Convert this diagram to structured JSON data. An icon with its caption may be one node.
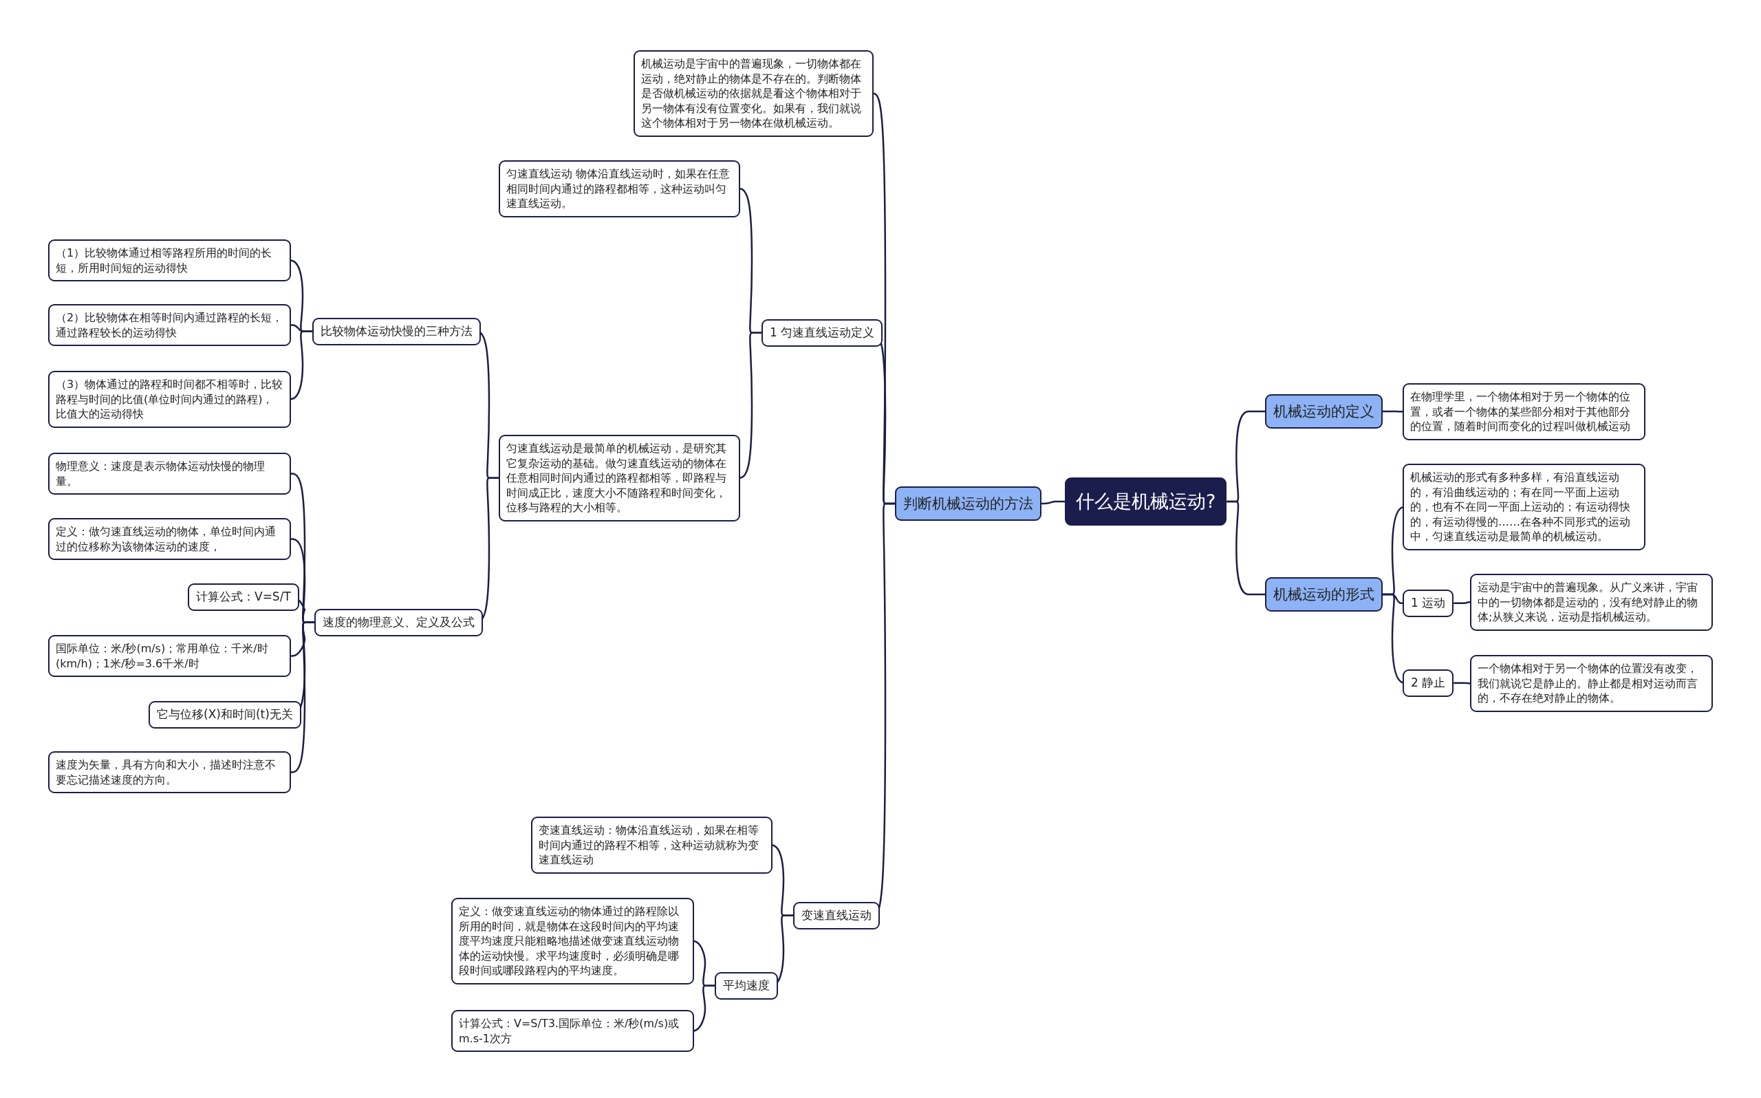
{
  "diagram": {
    "nodes": [
      {
        "text": [
          "什么是机械运动?"
        ]
      },
      {
        "text": [
          "判断机械运动的方法"
        ]
      },
      {
        "text": [
          "机械运动是宇宙中的普遍现象，一切物体都在运动，绝对静止的物体是不存在的。判断物体是否做机械运动的依据就是看这个物体相对于另一物体有没有位置变化。如果有，我们就说这个物体相对于另一物体在做机械运动。"
        ]
      },
      {
        "text": [
          "1 匀速直线运动定义"
        ]
      },
      {
        "text": [
          "匀速直线运动 物体沿直线运动时，如果在任意相同时间内通过的路程都相等，这种运动叫匀速直线运动。"
        ]
      },
      {
        "text": [
          "匀速直线运动是最简单的机械运动，是研究其它复杂运动的基础。做匀速直线运动的物体在任意相同时间内通过的路程都相等，即路程与时间成正比，速度大小不随路程和时间变化，位移与路程的大小相等。"
        ]
      },
      {
        "text": [
          "比较物体运动快慢的三种方法"
        ]
      },
      {
        "text": [
          "（1）比较物体通过相等路程所用的时间的长短，所用时间短的运动得快"
        ]
      },
      {
        "text": [
          "（2）比较物体在相等时间内通过路程的长短，通过路程较长的运动得快"
        ]
      },
      {
        "text": [
          "（3）物体通过的路程和时间都不相等时，比较路程与时间的比值(单位时间内通过的路程)，比值大的运动得快"
        ]
      },
      {
        "text": [
          "速度的物理意义、定义及公式"
        ]
      },
      {
        "text": [
          "物理意义：速度是表示物体运动快慢的物理量。"
        ]
      },
      {
        "text": [
          "定义：做匀速直线运动的物体，单位时间内通过的位移称为该物体运动的速度，"
        ]
      },
      {
        "text": [
          "计算公式：V=S/T"
        ]
      },
      {
        "text": [
          "国际单位：米/秒(m/s)；常用单位：千米/时(km/h)；1米/秒=3.6千米/时"
        ]
      },
      {
        "text": [
          "它与位移(X)和时间(t)无关"
        ]
      },
      {
        "text": [
          "速度为矢量，具有方向和大小，描述时注意不要忘记描述速度的方向。"
        ]
      },
      {
        "text": [
          "变速直线运动"
        ]
      },
      {
        "text": [
          "变速直线运动：物体沿直线运动，如果在相等时间内通过的路程不相等，这种运动就称为变速直线运动"
        ]
      },
      {
        "text": [
          "平均速度"
        ]
      },
      {
        "text": [
          "定义：做变速直线运动的物体通过的路程除以所用的时间，就是物体在这段时间内的平均速度平均速度只能粗略地描述做变速直线运动物体的运动快慢。求平均速度时，必须明确是哪段时间或哪段路程内的平均速度。"
        ]
      },
      {
        "text": [
          "计算公式：V=S/T3.国际单位：米/秒(m/s)或m.s-1次方"
        ]
      },
      {
        "text": [
          "机械运动的定义"
        ]
      },
      {
        "text": [
          "在物理学里，一个物体相对于另一个物体的位置，或者一个物体的某些部分相对于其他部分的位置，随着时间而变化的过程叫做机械运动"
        ]
      },
      {
        "text": [
          "机械运动的形式"
        ]
      },
      {
        "text": [
          "机械运动的形式有多种多样，有沿直线运动的，有沿曲线运动的；有在同一平面上运动的，也有不在同一平面上运动的；有运动得快的，有运动得慢的……在各种不同形式的运动中，匀速直线运动是最简单的机械运动。"
        ]
      },
      {
        "text": [
          "1 运动"
        ]
      },
      {
        "text": [
          "运动是宇宙中的普遍现象。从广义来讲，宇宙中的一切物体都是运动的，没有绝对静止的物体;从狭义来说，运动是指机械运动。"
        ]
      },
      {
        "text": [
          "2 静止"
        ]
      },
      {
        "text": [
          "一个物体相对于另一个物体的位置没有改变，我们就说它是静止的。静止都是相对运动而言的，不存在绝对静止的物体。"
        ]
      }
    ],
    "edges": [
      {
        "from": 0,
        "to": 1,
        "arrow": "none"
      },
      {
        "from": 1,
        "to": 2,
        "arrow": "none"
      },
      {
        "from": 1,
        "to": 3,
        "arrow": "none"
      },
      {
        "from": 3,
        "to": 4,
        "arrow": "none"
      },
      {
        "from": 3,
        "to": 5,
        "arrow": "none"
      },
      {
        "from": 5,
        "to": 6,
        "arrow": "none"
      },
      {
        "from": 6,
        "to": 7,
        "arrow": "none"
      },
      {
        "from": 6,
        "to": 8,
        "arrow": "none"
      },
      {
        "from": 6,
        "to": 9,
        "arrow": "none"
      },
      {
        "from": 5,
        "to": 10,
        "arrow": "none"
      },
      {
        "from": 10,
        "to": 11,
        "arrow": "none"
      },
      {
        "from": 10,
        "to": 12,
        "arrow": "none"
      },
      {
        "from": 10,
        "to": 13,
        "arrow": "none"
      },
      {
        "from": 10,
        "to": 14,
        "arrow": "none"
      },
      {
        "from": 10,
        "to": 15,
        "arrow": "none"
      },
      {
        "from": 10,
        "to": 16,
        "arrow": "none"
      },
      {
        "from": 1,
        "to": 17,
        "arrow": "none"
      },
      {
        "from": 17,
        "to": 18,
        "arrow": "none"
      },
      {
        "from": 17,
        "to": 19,
        "arrow": "none"
      },
      {
        "from": 19,
        "to": 20,
        "arrow": "none"
      },
      {
        "from": 19,
        "to": 21,
        "arrow": "none"
      },
      {
        "from": 0,
        "to": 22,
        "arrow": "none"
      },
      {
        "from": 22,
        "to": 23,
        "arrow": "none"
      },
      {
        "from": 0,
        "to": 24,
        "arrow": "none"
      },
      {
        "from": 24,
        "to": 25,
        "arrow": "none"
      },
      {
        "from": 24,
        "to": 26,
        "arrow": "none"
      },
      {
        "from": 26,
        "to": 27,
        "arrow": "none"
      },
      {
        "from": 24,
        "to": 28,
        "arrow": "none"
      },
      {
        "from": 28,
        "to": 29,
        "arrow": "none"
      }
    ]
  }
}
